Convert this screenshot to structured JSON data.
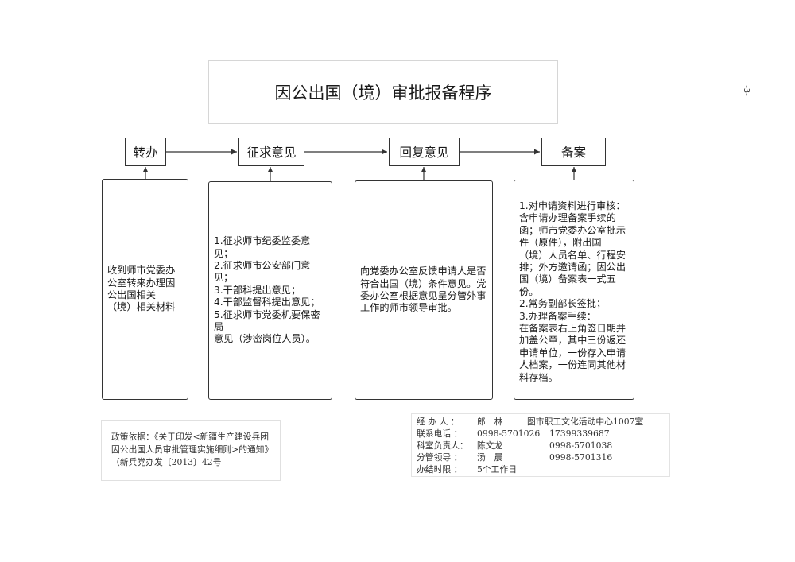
{
  "page_number": "-3-",
  "title": "因公出国（境）审批报备程序",
  "steps": [
    {
      "label": "转办",
      "detail": "收到师市党委办\n公室转来办理因\n公出国相关\n（境）相关材料"
    },
    {
      "label": "征求意见",
      "detail": "1.征求师市纪委监委意见；\n2.征求师市公安部门意见；\n3.干部科提出意见；\n4.干部监督科提出意见；\n5.征求师市党委机要保密局\n意见（涉密岗位人员）。"
    },
    {
      "label": "回复意见",
      "detail": "向党委办公室反馈申请人是否\n符合出国（境）条件意见。党\n委办公室根据意见呈分管外事\n工作的师市领导审批。"
    },
    {
      "label": "备案",
      "detail": "1.对申请资料进行审核：\n含申请办理备案手续的\n函；师市党委办公室批示\n件（原件），附出国\n（境）人员名单、行程安\n排；外方邀请函；因公出\n国（境）备案表一式五\n份。\n2.常务副部长签批；\n3.办理备案手续：\n在备案表右上角签日期并\n加盖公章，其中三份返还\n申请单位，一份存入申请\n人档案，一份连同其他材\n料存档。"
    }
  ],
  "policy": "政策依据：《关于印发<新疆生产建设兵团因公出国人员审批管理实施细则>的通知》（新兵党办发〔2013〕42号",
  "contacts": [
    {
      "label": "经 办 人 ：",
      "value": "郎　林",
      "extra": "图市职工文化活动中心1007室"
    },
    {
      "label": "联系电话 ：",
      "value": "0998-5701026",
      "extra": "17399339687"
    },
    {
      "label": "科室负责人：",
      "value": "陈文龙",
      "extra": "0998-5701038"
    },
    {
      "label": "分管领导 ：",
      "value": "汤　晨",
      "extra": "0998-5701316"
    },
    {
      "label": "办结时限 ：",
      "value": "5个工作日",
      "extra": ""
    }
  ]
}
